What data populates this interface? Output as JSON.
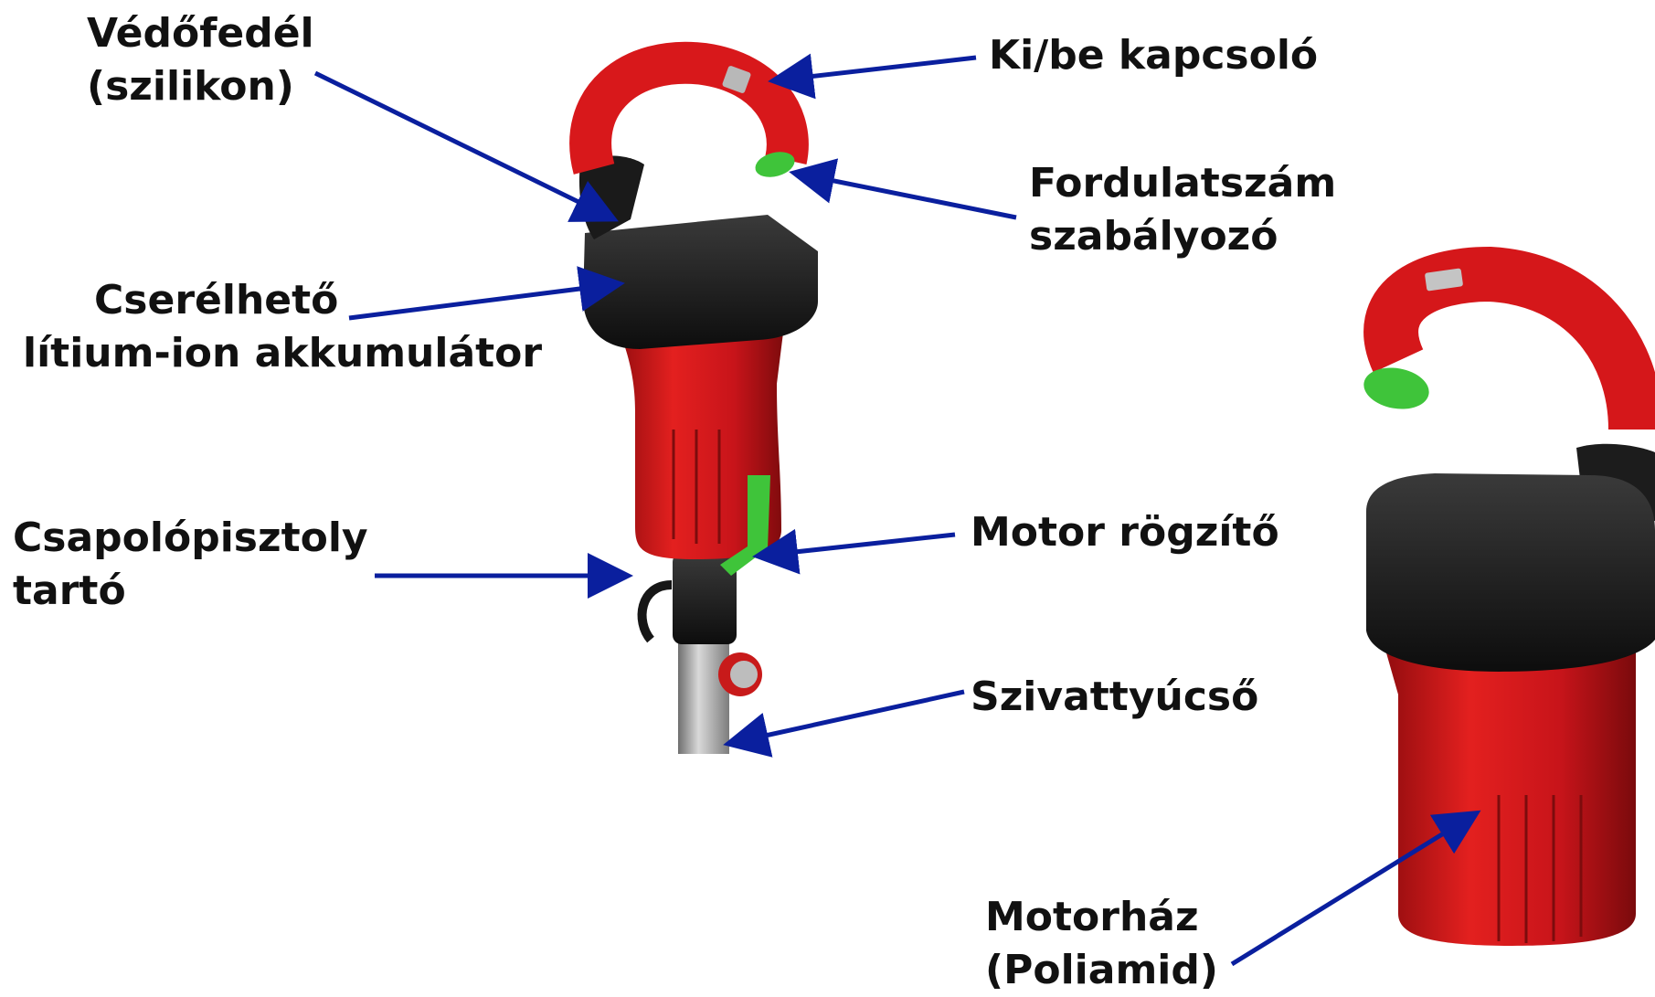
{
  "colors": {
    "arrow": "#0a1f9e",
    "housing_red": "#d4161a",
    "battery_black": "#1c1c1c",
    "green_parts": "#3fc43a",
    "tube_gray": "#a9a9a9"
  },
  "labels": {
    "protective_cover": [
      "Védőfedél",
      "(szilikon)"
    ],
    "on_off_switch": [
      "Ki/be kapcsoló"
    ],
    "speed_control": [
      "Fordulatszám",
      "szabályozó"
    ],
    "battery": [
      "Cserélhető",
      "lítium-ion akkumulátor"
    ],
    "gun_holder": [
      "Csapolópisztoly",
      "tartó"
    ],
    "motor_lock": [
      "Motor rögzítő"
    ],
    "pump_tube": [
      "Szivattyúcső"
    ],
    "motor_housing": [
      "Motorház",
      "(Poliamid)"
    ]
  }
}
